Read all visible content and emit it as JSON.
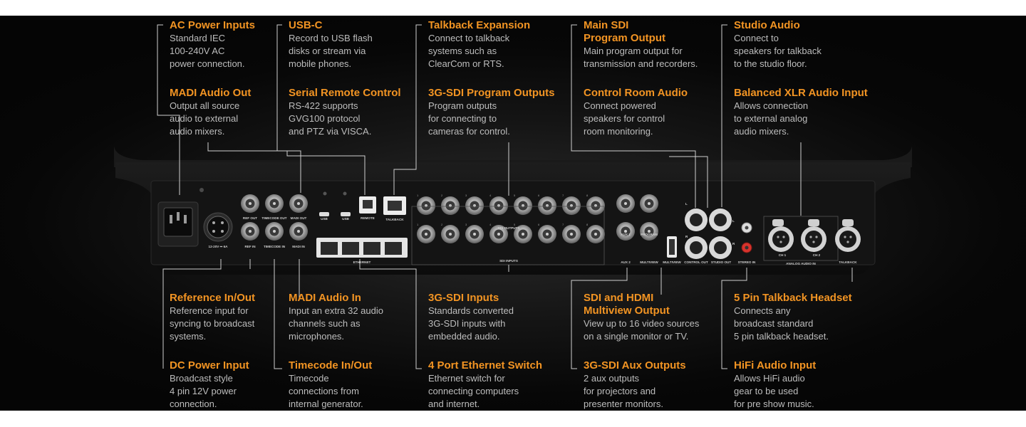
{
  "callouts": [
    {
      "id": "ac-power",
      "title": "AC Power Inputs",
      "lines": [
        "Standard IEC",
        "100-240V AC",
        "power connection."
      ]
    },
    {
      "id": "usb-c",
      "title": "USB-C",
      "lines": [
        "Record to USB flash",
        "disks or stream via",
        "mobile phones."
      ]
    },
    {
      "id": "talkback-expansion",
      "title": "Talkback Expansion",
      "lines": [
        "Connect to talkback",
        "systems such as",
        "ClearCom or RTS."
      ]
    },
    {
      "id": "main-sdi",
      "title": "Main SDI\nProgram Output",
      "lines": [
        "Main program output for",
        "transmission and recorders."
      ]
    },
    {
      "id": "studio-audio",
      "title": "Studio Audio",
      "lines": [
        "Connect to",
        "speakers for talkback",
        "to the studio floor."
      ]
    },
    {
      "id": "madi-out",
      "title": "MADI Audio Out",
      "lines": [
        "Output all source",
        "audio to external",
        "audio mixers."
      ]
    },
    {
      "id": "serial-remote",
      "title": "Serial Remote Control",
      "lines": [
        "RS-422 supports",
        "GVG100 protocol",
        "and PTZ via VISCA."
      ]
    },
    {
      "id": "sdi-program-outputs",
      "title": "3G-SDI Program Outputs",
      "lines": [
        "Program outputs",
        "for connecting to",
        "cameras for control."
      ]
    },
    {
      "id": "control-room-audio",
      "title": "Control Room Audio",
      "lines": [
        "Connect powered",
        "speakers for control",
        "room monitoring."
      ]
    },
    {
      "id": "balanced-xlr",
      "title": "Balanced XLR Audio Input",
      "lines": [
        "Allows connection",
        "to external analog",
        "audio mixers."
      ]
    },
    {
      "id": "reference",
      "title": "Reference In/Out",
      "lines": [
        "Reference input for",
        "syncing to broadcast",
        "systems."
      ]
    },
    {
      "id": "madi-in",
      "title": "MADI Audio In",
      "lines": [
        "Input an extra 32 audio",
        "channels such as",
        "microphones."
      ]
    },
    {
      "id": "sdi-inputs",
      "title": "3G-SDI Inputs",
      "lines": [
        "Standards converted",
        "3G-SDI inputs with",
        "embedded audio."
      ]
    },
    {
      "id": "multiview",
      "title": "SDI and HDMI\nMultiview Output",
      "lines": [
        "View up to 16 video sources",
        "on a single monitor or TV."
      ]
    },
    {
      "id": "talkback-headset",
      "title": "5 Pin Talkback Headset",
      "lines": [
        "Connects any",
        "broadcast standard",
        "5 pin talkback headset."
      ]
    },
    {
      "id": "dc-power",
      "title": "DC Power Input",
      "lines": [
        "Broadcast style",
        "4 pin 12V power",
        "connection."
      ]
    },
    {
      "id": "timecode",
      "title": "Timecode In/Out",
      "lines": [
        "Timecode",
        "connections from",
        "internal generator."
      ]
    },
    {
      "id": "ethernet-switch",
      "title": "4 Port Ethernet Switch",
      "lines": [
        "Ethernet switch for",
        "connecting computers",
        "and internet."
      ]
    },
    {
      "id": "aux-outputs",
      "title": "3G-SDI Aux Outputs",
      "lines": [
        "2 aux outputs",
        "for projectors and",
        "presenter monitors."
      ]
    },
    {
      "id": "hifi-audio",
      "title": "HiFi Audio Input",
      "lines": [
        "Allows HiFi audio",
        "gear to be used",
        "for pre show music."
      ]
    }
  ],
  "panel_labels": {
    "dc": "12-20V ⎓ 6A",
    "ref_out": "REF OUT",
    "ref_in": "REF IN",
    "tc_out": "TIMECODE OUT",
    "tc_in": "TIMECODE IN",
    "madi_out": "MADI OUT",
    "madi_in": "MADI IN",
    "usb_a": "USB",
    "usb_b": "USB",
    "remote": "REMOTE",
    "talkback": "TALKBACK",
    "ethernet": "ETHERNET",
    "sdi_outputs": "SDI OUTPUTS",
    "sdi_inputs": "SDI INPUTS",
    "aux1": "AUX 1",
    "aux2": "AUX 2",
    "program": "PROGRAM",
    "multiview": "MULTIVIEW",
    "hdmi_multiview": "MULTIVIEW",
    "control_out": "CONTROL OUT",
    "studio_out": "STUDIO OUT",
    "stereo_in": "STEREO IN",
    "ch1": "CH 1",
    "ch2": "CH 2",
    "analog_audio_in": "ANALOG AUDIO IN",
    "talkback_xlr": "TALKBACK",
    "left": "L",
    "right": "R",
    "sdi_numbers": [
      "1",
      "2",
      "3",
      "4",
      "5",
      "6",
      "7",
      "8"
    ]
  },
  "colors": {
    "accent": "#f29423",
    "body_text": "#bdbdbd",
    "leader": "#cfcfcf"
  }
}
